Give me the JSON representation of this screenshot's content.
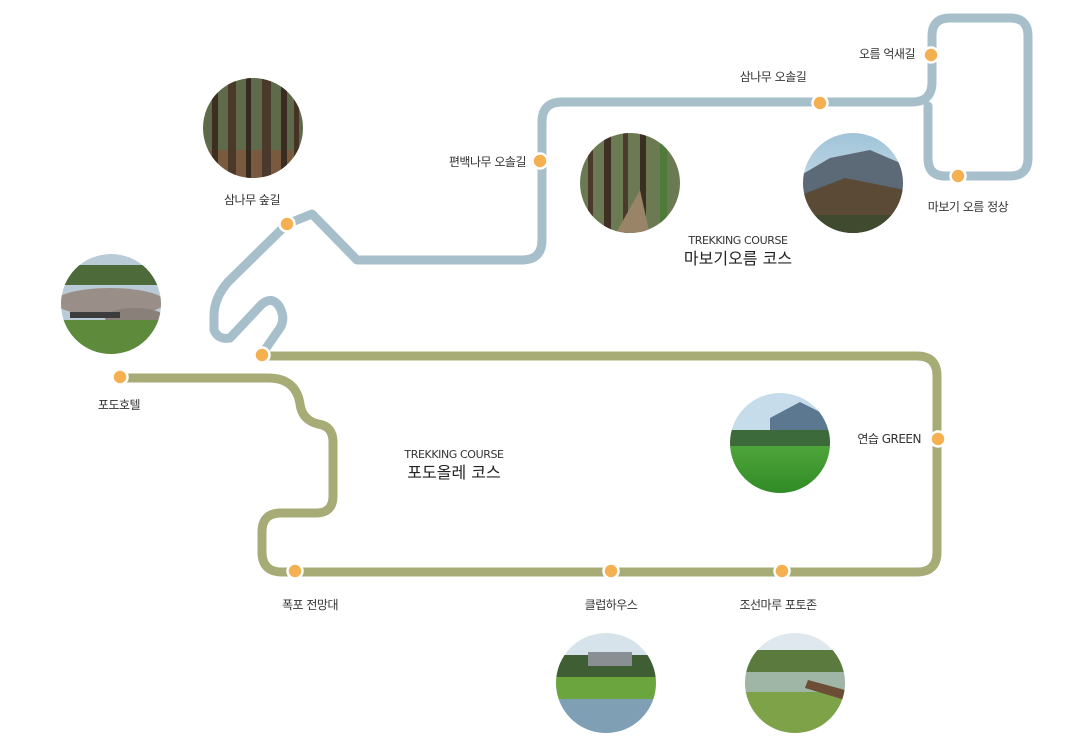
{
  "courses": {
    "mabogi": {
      "sub": "TREKKING COURSE",
      "title": "마보기오름 코스"
    },
    "podo": {
      "sub": "TREKKING COURSE",
      "title": "포도올레 코스"
    }
  },
  "stops": {
    "oreum_eoksaegil": "오름 억새길",
    "samnamu_osolgil": "삼나무 오솔길",
    "pyeonbaek_osolgil": "편백나무 오솔길",
    "samnamu_supgil": "삼나무 숲길",
    "mabogi_summit": "마보기 오름 정상",
    "podo_hotel": "포도호텔",
    "practice_green": "연습 GREEN",
    "waterfall_observatory": "폭포 전망대",
    "clubhouse": "클럽하우스",
    "joseon_maru": "조선마루 포토존"
  },
  "colors": {
    "mabogi_route": "#a7bfca",
    "podo_route": "#a7ac77",
    "stop_marker": "#f5b052"
  },
  "photos": [
    "forest",
    "forest-trail",
    "mountain",
    "hotel",
    "golf-green",
    "clubhouse",
    "pond-boardwalk"
  ]
}
